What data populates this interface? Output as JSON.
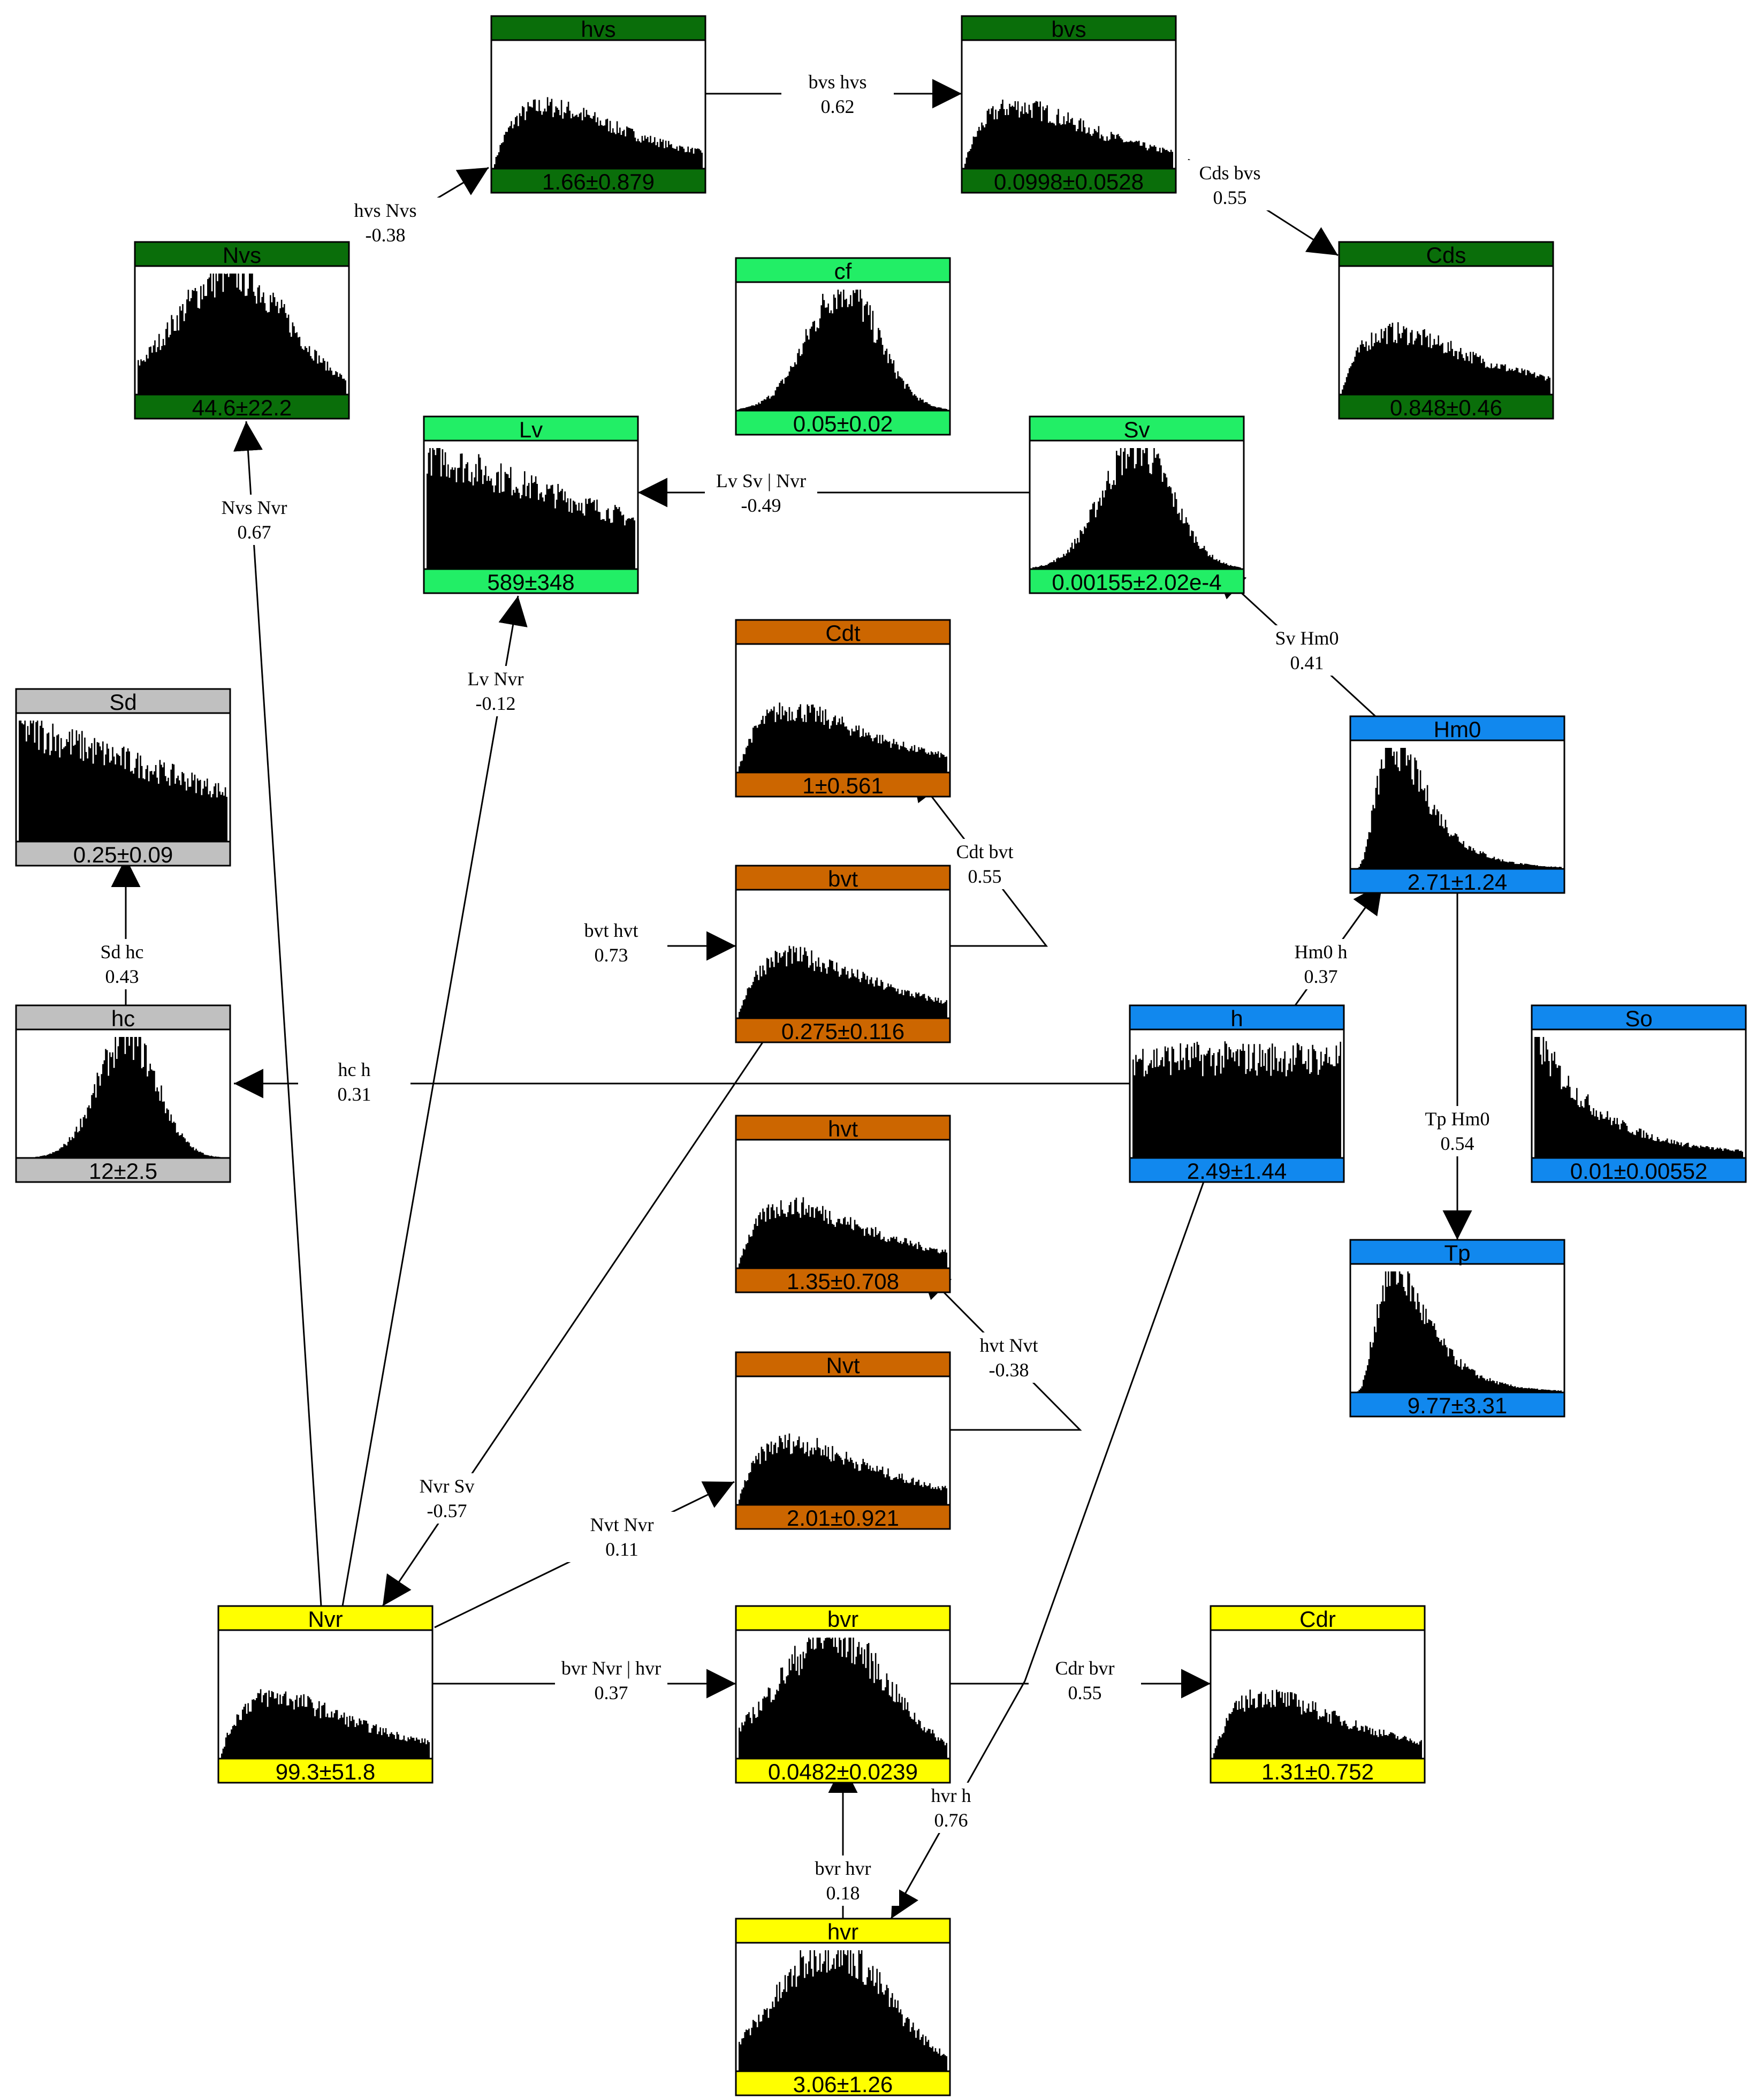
{
  "colors": {
    "dark_green": "#0a6e0a",
    "bright_green": "#22ee66",
    "orange": "#cc6600",
    "blue": "#1188ee",
    "gray": "#c0c0c0",
    "yellow": "#ffff00",
    "histogram": "#000000",
    "edge": "#000000"
  },
  "nodes": [
    {
      "id": "hvs",
      "title": "hvs",
      "stat": "1.66±0.879",
      "color": "dark_green",
      "dist": "skew"
    },
    {
      "id": "bvs",
      "title": "bvs",
      "stat": "0.0998±0.0528",
      "color": "dark_green",
      "dist": "skew"
    },
    {
      "id": "Nvs",
      "title": "Nvs",
      "stat": "44.6±22.2",
      "color": "dark_green",
      "dist": "broad"
    },
    {
      "id": "cf",
      "title": "cf",
      "stat": "0.05±0.02",
      "color": "bright_green",
      "dist": "normal"
    },
    {
      "id": "Cds",
      "title": "Cds",
      "stat": "0.848±0.46",
      "color": "dark_green",
      "dist": "skew"
    },
    {
      "id": "Lv",
      "title": "Lv",
      "stat": "589±348",
      "color": "bright_green",
      "dist": "flat"
    },
    {
      "id": "Sv",
      "title": "Sv",
      "stat": "0.00155±2.02e-4",
      "color": "bright_green",
      "dist": "normal"
    },
    {
      "id": "Cdt",
      "title": "Cdt",
      "stat": "1±0.561",
      "color": "orange",
      "dist": "skew"
    },
    {
      "id": "Sd",
      "title": "Sd",
      "stat": "0.25±0.09",
      "color": "gray",
      "dist": "flat"
    },
    {
      "id": "Hm0",
      "title": "Hm0",
      "stat": "2.71±1.24",
      "color": "blue",
      "dist": "lognormal"
    },
    {
      "id": "bvt",
      "title": "bvt",
      "stat": "0.275±0.116",
      "color": "orange",
      "dist": "skew"
    },
    {
      "id": "hc",
      "title": "hc",
      "stat": "12±2.5",
      "color": "gray",
      "dist": "narrow"
    },
    {
      "id": "h",
      "title": "h",
      "stat": "2.49±1.44",
      "color": "blue",
      "dist": "uniform"
    },
    {
      "id": "So",
      "title": "So",
      "stat": "0.01±0.00552",
      "color": "blue",
      "dist": "decay"
    },
    {
      "id": "hvt",
      "title": "hvt",
      "stat": "1.35±0.708",
      "color": "orange",
      "dist": "skew"
    },
    {
      "id": "Tp",
      "title": "Tp",
      "stat": "9.77±3.31",
      "color": "blue",
      "dist": "lognormal"
    },
    {
      "id": "Nvt",
      "title": "Nvt",
      "stat": "2.01±0.921",
      "color": "orange",
      "dist": "skew"
    },
    {
      "id": "Nvr",
      "title": "Nvr",
      "stat": "99.3±51.8",
      "color": "yellow",
      "dist": "skew"
    },
    {
      "id": "bvr",
      "title": "bvr",
      "stat": "0.0482±0.0239",
      "color": "yellow",
      "dist": "broad"
    },
    {
      "id": "Cdr",
      "title": "Cdr",
      "stat": "1.31±0.752",
      "color": "yellow",
      "dist": "skew"
    },
    {
      "id": "hvr",
      "title": "hvr",
      "stat": "3.06±1.26",
      "color": "yellow",
      "dist": "broad"
    }
  ],
  "edges": [
    {
      "name": "bvs hvs",
      "value": "0.62"
    },
    {
      "name": "hvs Nvs",
      "value": "-0.38"
    },
    {
      "name": "Cds bvs",
      "value": "0.55"
    },
    {
      "name": "Lv Sv | Nvr",
      "value": "-0.49"
    },
    {
      "name": "Nvs Nvr",
      "value": "0.67"
    },
    {
      "name": "Lv Nvr",
      "value": "-0.12"
    },
    {
      "name": "Sv Hm0",
      "value": "0.41"
    },
    {
      "name": "Cdt bvt",
      "value": "0.55"
    },
    {
      "name": "bvt hvt",
      "value": "0.73"
    },
    {
      "name": "Sd hc",
      "value": "0.43"
    },
    {
      "name": "Hm0 h",
      "value": "0.37"
    },
    {
      "name": "hc h",
      "value": "0.31"
    },
    {
      "name": "Tp Hm0",
      "value": "0.54"
    },
    {
      "name": "hvt Nvt",
      "value": "-0.38"
    },
    {
      "name": "Nvr Sv",
      "value": "-0.57"
    },
    {
      "name": "Nvt Nvr",
      "value": "0.11"
    },
    {
      "name": "bvr Nvr | hvr",
      "value": "0.37"
    },
    {
      "name": "Cdr bvr",
      "value": "0.55"
    },
    {
      "name": "hvr h",
      "value": "0.76"
    },
    {
      "name": "bvr hvr",
      "value": "0.18"
    }
  ]
}
